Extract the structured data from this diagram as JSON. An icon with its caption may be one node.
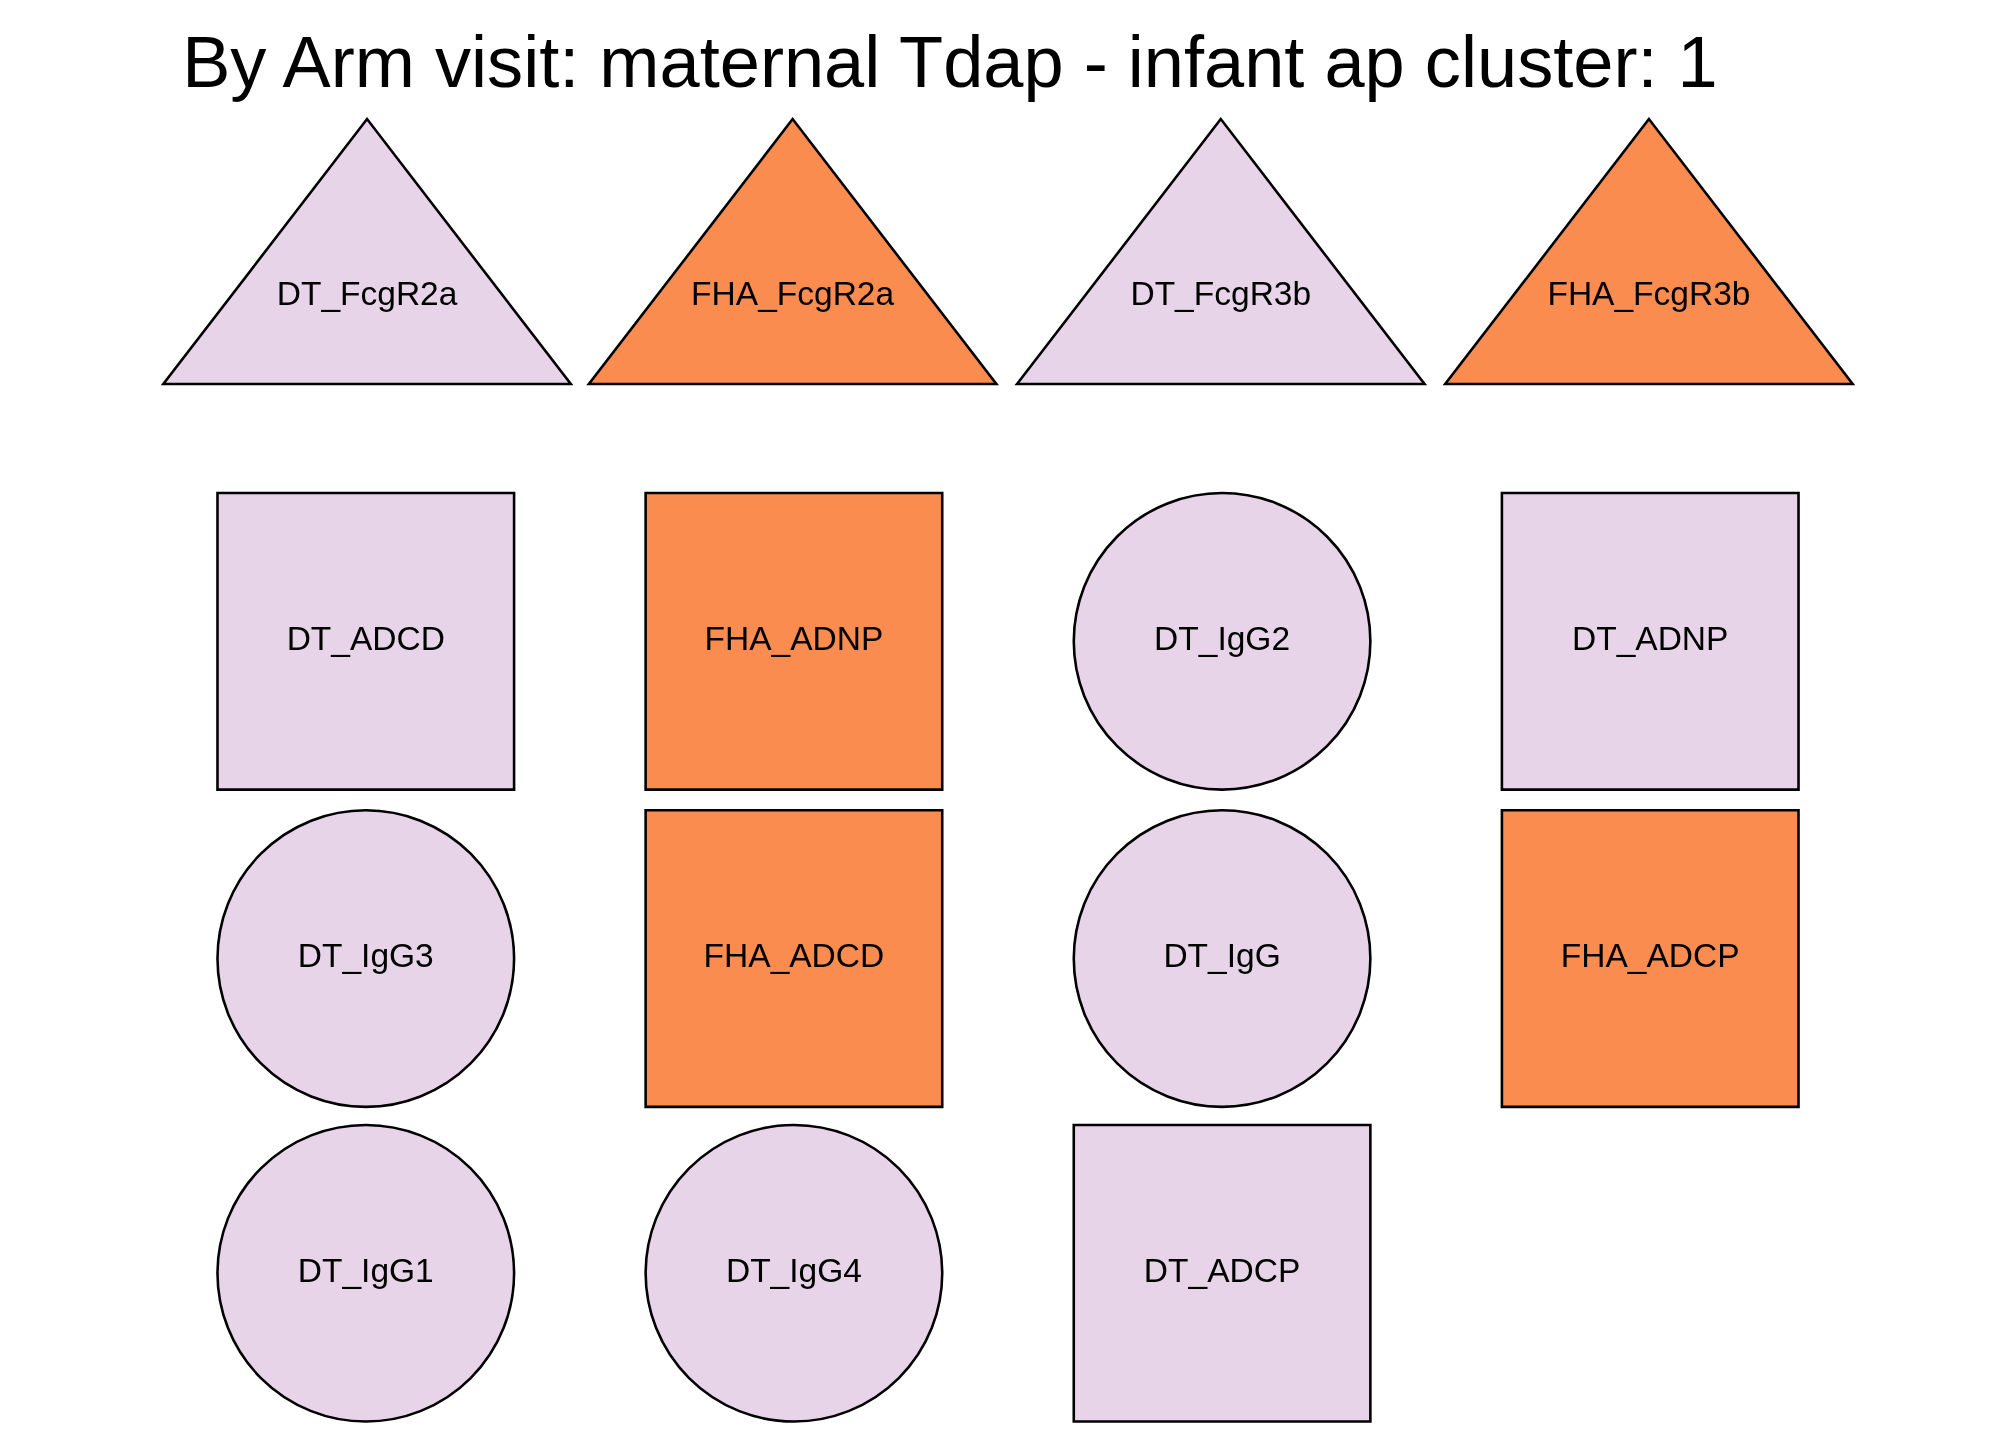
{
  "diagram": {
    "title": "By Arm visit: maternal Tdap - infant ap cluster: 1",
    "nodes": [
      {
        "text": [
          "DT_ADCD"
        ]
      },
      {
        "text": [
          "FHA_ADNP"
        ]
      },
      {
        "text": [
          "DT_FcgR2a"
        ]
      },
      {
        "text": [
          "DT_IgG2"
        ]
      },
      {
        "text": [
          "DT_ADNP"
        ]
      },
      {
        "text": [
          "FHA_FcgR2a"
        ]
      },
      {
        "text": [
          "DT_IgG3"
        ]
      },
      {
        "text": [
          "FHA_ADCD"
        ]
      },
      {
        "text": [
          "DT_IgG"
        ]
      },
      {
        "text": [
          "DT_FcgR3b"
        ]
      },
      {
        "text": [
          "FHA_ADCP"
        ]
      },
      {
        "text": [
          "DT_IgG1"
        ]
      },
      {
        "text": [
          "DT_IgG4"
        ]
      },
      {
        "text": [
          "FHA_FcgR3b"
        ]
      },
      {
        "text": [
          "DT_ADCP"
        ]
      }
    ]
  }
}
